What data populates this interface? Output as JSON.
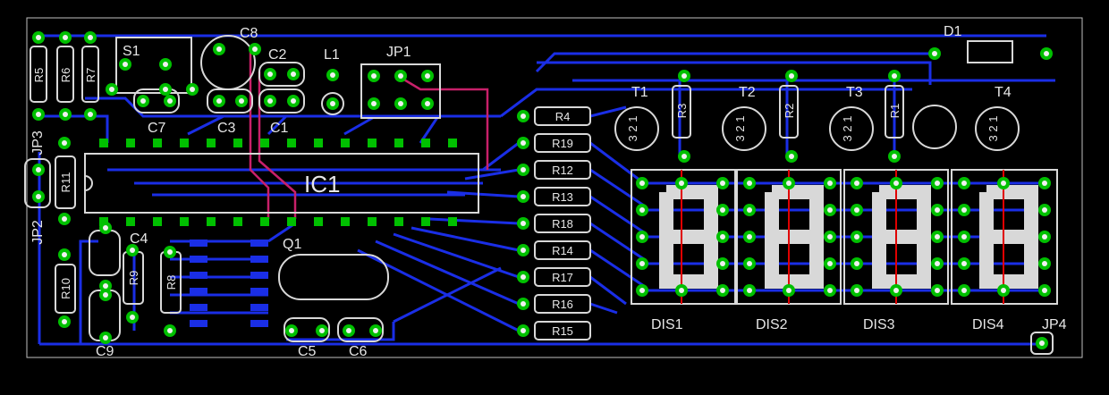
{
  "board": {
    "title": "IC1",
    "crystal_label": "Q1",
    "resistors_left": [
      "R5",
      "R6",
      "R7"
    ],
    "resistors_misc": [
      "R11",
      "R10",
      "R9",
      "R8"
    ],
    "resistors_array": [
      "R4",
      "R19",
      "R12",
      "R13",
      "R18",
      "R14",
      "R17",
      "R16",
      "R15"
    ],
    "resistors_transistor": [
      "R3",
      "R2",
      "R1"
    ],
    "transistors": [
      "T1",
      "T2",
      "T3",
      "T4"
    ],
    "displays": [
      "DIS1",
      "DIS2",
      "DIS3",
      "DIS4"
    ],
    "capacitors": {
      "c8": "C8",
      "c2": "C2",
      "c7": "C7",
      "c3": "C3",
      "c1": "C1",
      "c4": "C4",
      "c9": "C9",
      "c5": "C5",
      "c6": "C6"
    },
    "other": {
      "s1": "S1",
      "l1": "L1",
      "jp1": "JP1",
      "d1": "D1",
      "jp3": "JP3",
      "jp2": "JP2",
      "jp4": "JP4"
    },
    "transistor_pins": "3 2 1",
    "colors": {
      "background": "#000000",
      "trace": "#1a2ee6",
      "pad": "#00c000",
      "silk": "#d8d8d8",
      "top_trace": "#c8206a",
      "segment_line": "#e00000"
    }
  }
}
